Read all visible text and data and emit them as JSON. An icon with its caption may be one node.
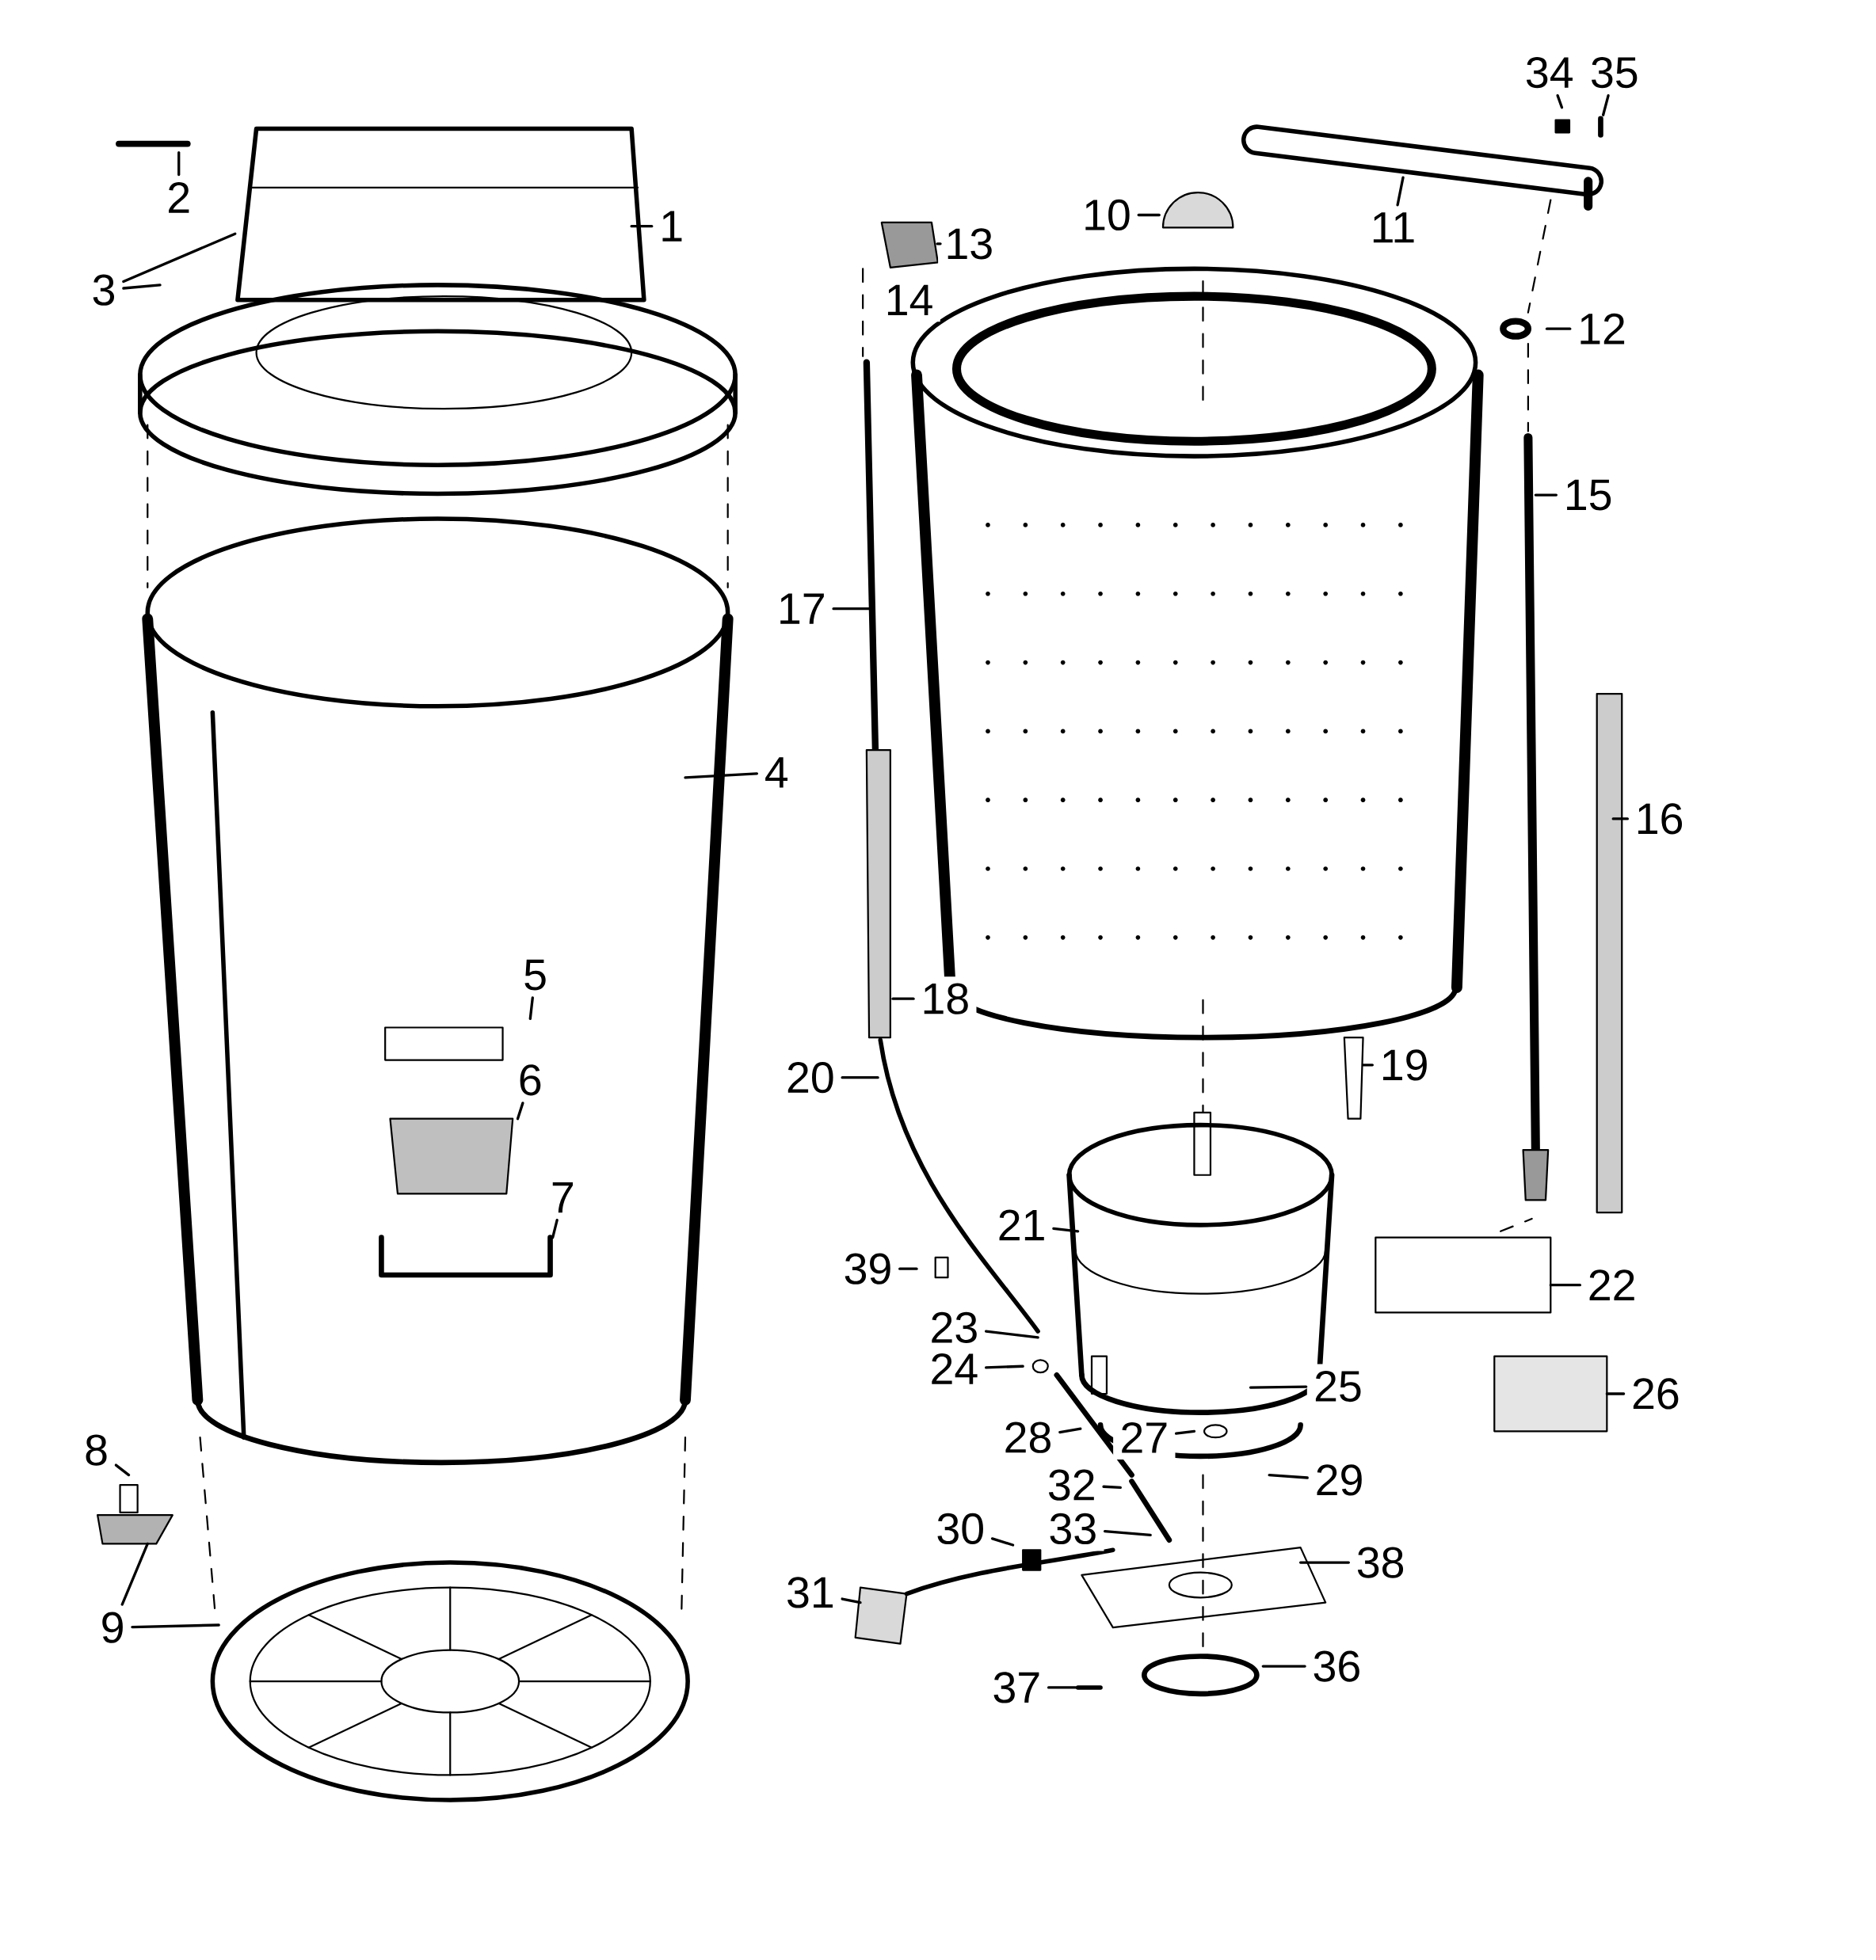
{
  "diagram": {
    "nodes": [
      {
        "text": [
          "1"
        ]
      },
      {
        "text": [
          "2"
        ]
      },
      {
        "text": [
          "3"
        ]
      },
      {
        "text": [
          "4"
        ]
      },
      {
        "text": [
          "5"
        ]
      },
      {
        "text": [
          "6"
        ]
      },
      {
        "text": [
          "7"
        ]
      },
      {
        "text": [
          "8"
        ]
      },
      {
        "text": [
          "9"
        ]
      },
      {
        "text": [
          "10"
        ]
      },
      {
        "text": [
          "11"
        ]
      },
      {
        "text": [
          "12"
        ]
      },
      {
        "text": [
          "13"
        ]
      },
      {
        "text": [
          "14"
        ]
      },
      {
        "text": [
          "15"
        ]
      },
      {
        "text": [
          "16"
        ]
      },
      {
        "text": [
          "17"
        ]
      },
      {
        "text": [
          "18"
        ]
      },
      {
        "text": [
          "19"
        ]
      },
      {
        "text": [
          "20"
        ]
      },
      {
        "text": [
          "21"
        ]
      },
      {
        "text": [
          "22"
        ]
      },
      {
        "text": [
          "23"
        ]
      },
      {
        "text": [
          "24"
        ]
      },
      {
        "text": [
          "25"
        ]
      },
      {
        "text": [
          "26"
        ]
      },
      {
        "text": [
          "27"
        ]
      },
      {
        "text": [
          "28"
        ]
      },
      {
        "text": [
          "29"
        ]
      },
      {
        "text": [
          "30"
        ]
      },
      {
        "text": [
          "31"
        ]
      },
      {
        "text": [
          "32"
        ]
      },
      {
        "text": [
          "33"
        ]
      },
      {
        "text": [
          "34"
        ]
      },
      {
        "text": [
          "35"
        ]
      },
      {
        "text": [
          "36"
        ]
      },
      {
        "text": [
          "37"
        ]
      },
      {
        "text": [
          "38"
        ]
      },
      {
        "text": [
          "39"
        ]
      }
    ],
    "edges": [
      {
        "from": 0,
        "to": null,
        "arrow": "none"
      },
      {
        "from": 1,
        "to": null,
        "arrow": "none"
      },
      {
        "from": 2,
        "to": null,
        "arrow": "none"
      },
      {
        "from": 2,
        "to": null,
        "arrow": "none"
      },
      {
        "from": 3,
        "to": null,
        "arrow": "none"
      },
      {
        "from": 4,
        "to": null,
        "arrow": "none"
      },
      {
        "from": 5,
        "to": null,
        "arrow": "none"
      },
      {
        "from": 6,
        "to": null,
        "arrow": "none"
      },
      {
        "from": 7,
        "to": null,
        "arrow": "none"
      },
      {
        "from": 8,
        "to": null,
        "arrow": "none"
      },
      {
        "from": 8,
        "to": null,
        "arrow": "none"
      },
      {
        "from": 9,
        "to": null,
        "arrow": "none"
      },
      {
        "from": 10,
        "to": null,
        "arrow": "none"
      },
      {
        "from": 11,
        "to": null,
        "arrow": "none"
      },
      {
        "from": 12,
        "to": null,
        "arrow": "none"
      },
      {
        "from": 14,
        "to": null,
        "arrow": "none"
      },
      {
        "from": 15,
        "to": null,
        "arrow": "none"
      },
      {
        "from": 16,
        "to": null,
        "arrow": "none"
      },
      {
        "from": 17,
        "to": null,
        "arrow": "none"
      },
      {
        "from": 18,
        "to": null,
        "arrow": "none"
      },
      {
        "from": 19,
        "to": null,
        "arrow": "none"
      },
      {
        "from": 20,
        "to": null,
        "arrow": "none"
      },
      {
        "from": 21,
        "to": null,
        "arrow": "none"
      },
      {
        "from": 22,
        "to": null,
        "arrow": "none"
      },
      {
        "from": 23,
        "to": null,
        "arrow": "none"
      },
      {
        "from": 24,
        "to": null,
        "arrow": "none"
      },
      {
        "from": 25,
        "to": null,
        "arrow": "none"
      },
      {
        "from": 26,
        "to": null,
        "arrow": "none"
      },
      {
        "from": 27,
        "to": null,
        "arrow": "none"
      },
      {
        "from": 28,
        "to": null,
        "arrow": "none"
      },
      {
        "from": 29,
        "to": null,
        "arrow": "none"
      },
      {
        "from": 30,
        "to": null,
        "arrow": "none"
      },
      {
        "from": 31,
        "to": null,
        "arrow": "none"
      },
      {
        "from": 32,
        "to": null,
        "arrow": "none"
      },
      {
        "from": 33,
        "to": null,
        "arrow": "none"
      },
      {
        "from": 34,
        "to": null,
        "arrow": "none"
      },
      {
        "from": 35,
        "to": null,
        "arrow": "none"
      },
      {
        "from": 36,
        "to": null,
        "arrow": "none"
      },
      {
        "from": 37,
        "to": null,
        "arrow": "none"
      },
      {
        "from": 38,
        "to": null,
        "arrow": "none"
      }
    ]
  }
}
